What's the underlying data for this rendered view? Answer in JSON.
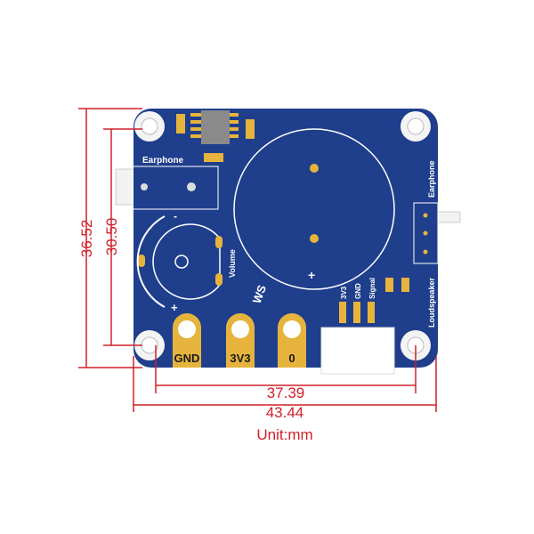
{
  "board": {
    "earphone_label": "Earphone",
    "earphone_side_label": "Earphone",
    "loudspeaker_label": "Loudspeaker",
    "volume_label": "Volume",
    "minus_mark": "-",
    "plus_mark": "+",
    "speaker_plus": "+",
    "header_labels": [
      "3V3",
      "GND",
      "Signal"
    ],
    "pads": [
      "GND",
      "3V3",
      "0"
    ],
    "logo_text": "WS",
    "colors": {
      "pcb": "#1f3f8c",
      "gold": "#e6b43c",
      "dimension": "#d0202a"
    }
  },
  "dimensions": {
    "height_outer": "36.52",
    "height_inner": "30.50",
    "width_inner": "37.39",
    "width_outer": "43.44",
    "unit": "Unit:mm"
  }
}
